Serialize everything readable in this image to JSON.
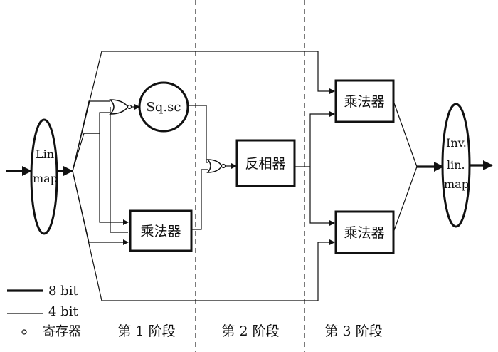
{
  "diagram": {
    "blocks": {
      "lin_map": "Lin.\nmap",
      "sq_sc": "Sq.sc",
      "multiplier_stage1": "乘法器",
      "inverter": "反相器",
      "multiplier_stage3_top": "乘法器",
      "multiplier_stage3_bottom": "乘法器",
      "inv_lin_map": "Inv.\nlin.\nmap"
    },
    "stages": [
      "第 1 阶段",
      "第 2 阶段",
      "第 3 阶段"
    ],
    "legend": {
      "thick": "8 bit",
      "thin": "4 bit",
      "register": "寄存器"
    }
  }
}
